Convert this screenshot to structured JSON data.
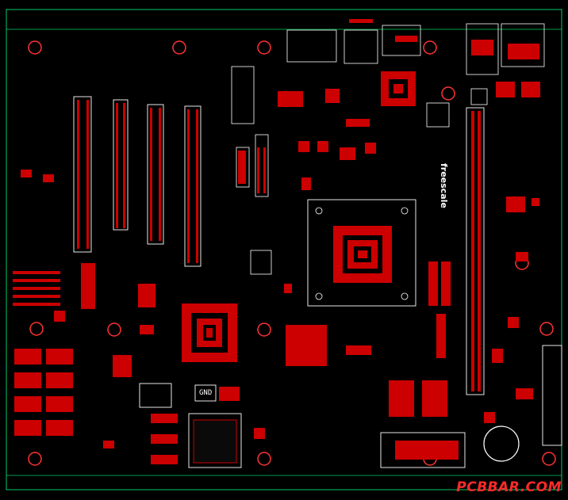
{
  "board": {
    "background": "#000000",
    "outline_color": "#00cc66",
    "silk_color": "#ffffff",
    "pad_color": "#cc0000",
    "brand_mark": "freescale",
    "chip_label": "GND"
  },
  "watermark": {
    "text": "PCBBAR.COM",
    "color": "#ff2a2a"
  }
}
